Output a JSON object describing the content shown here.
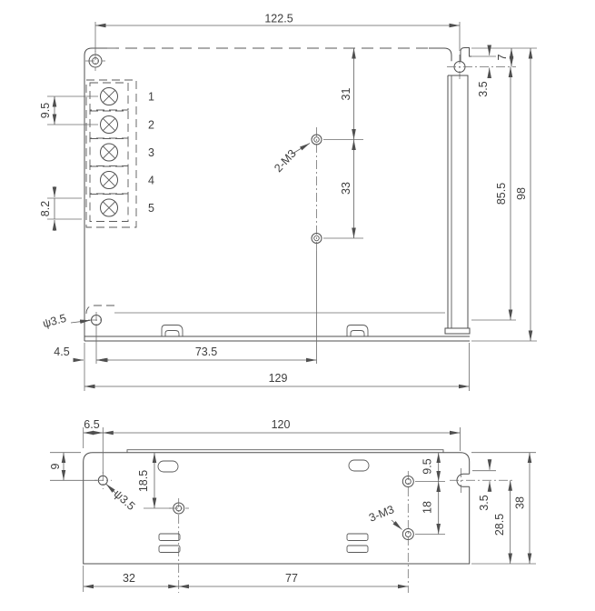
{
  "top_view": {
    "dims": {
      "overall_width": "122.5",
      "terminal_pitch": "9.5",
      "terminal_pitch_2": "8.2",
      "hole_offset_top": "31",
      "hole_pitch": "33",
      "thread_label": "2-M3",
      "ear_offset": "7",
      "notch_offset": "3.5",
      "body_height": "85.5",
      "overall_height": "98",
      "hole_dia": "ψ3.5",
      "corner_offset": "4.5",
      "hole_span": "73.5",
      "overall_length": "129"
    },
    "terminals": [
      "1",
      "2",
      "3",
      "4",
      "5"
    ]
  },
  "side_view": {
    "dims": {
      "corner_offset": "6.5",
      "overall_width": "120",
      "hole_top_offset": "9",
      "slot_offset": "18.5",
      "hole_dia": "ψ3.5",
      "hole_top": "9.5",
      "hole_pitch": "18",
      "thread_label": "3-M3",
      "notch_offset": "3.5",
      "notch_to_bottom": "28.5",
      "overall_height": "38",
      "hole_left_offset": "32",
      "hole_span": "77"
    }
  }
}
